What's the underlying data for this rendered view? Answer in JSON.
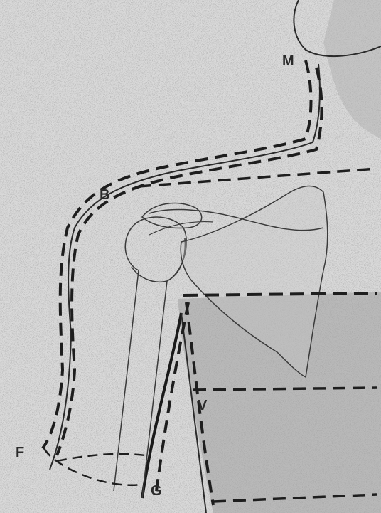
{
  "labels": {
    "m": "M",
    "b": "B",
    "f": "F",
    "g": "G",
    "v": "V"
  },
  "colors": {
    "paper": "#ffffff",
    "shade": "#bdbdbd",
    "ink": "#2a2a2a",
    "dash": "#1e1e1e"
  }
}
